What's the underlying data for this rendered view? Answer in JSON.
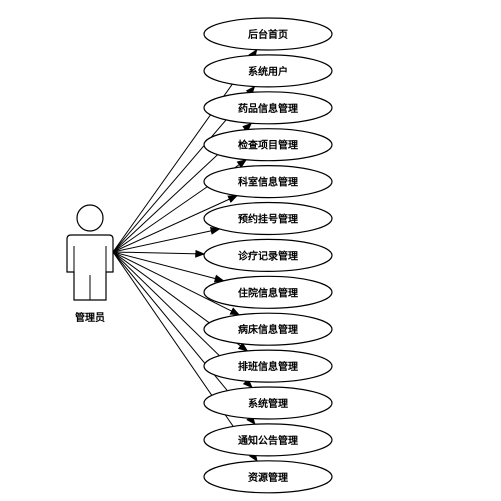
{
  "actor": {
    "name": "管理员"
  },
  "use_cases": [
    {
      "label": "后台首页"
    },
    {
      "label": "系统用户"
    },
    {
      "label": "药品信息管理"
    },
    {
      "label": "检查项目管理"
    },
    {
      "label": "科室信息管理"
    },
    {
      "label": "预约挂号管理"
    },
    {
      "label": "诊疗记录管理"
    },
    {
      "label": "住院信息管理"
    },
    {
      "label": "病床信息管理"
    },
    {
      "label": "排班信息管理"
    },
    {
      "label": "系统管理"
    },
    {
      "label": "通知公告管理"
    },
    {
      "label": "资源管理"
    }
  ]
}
